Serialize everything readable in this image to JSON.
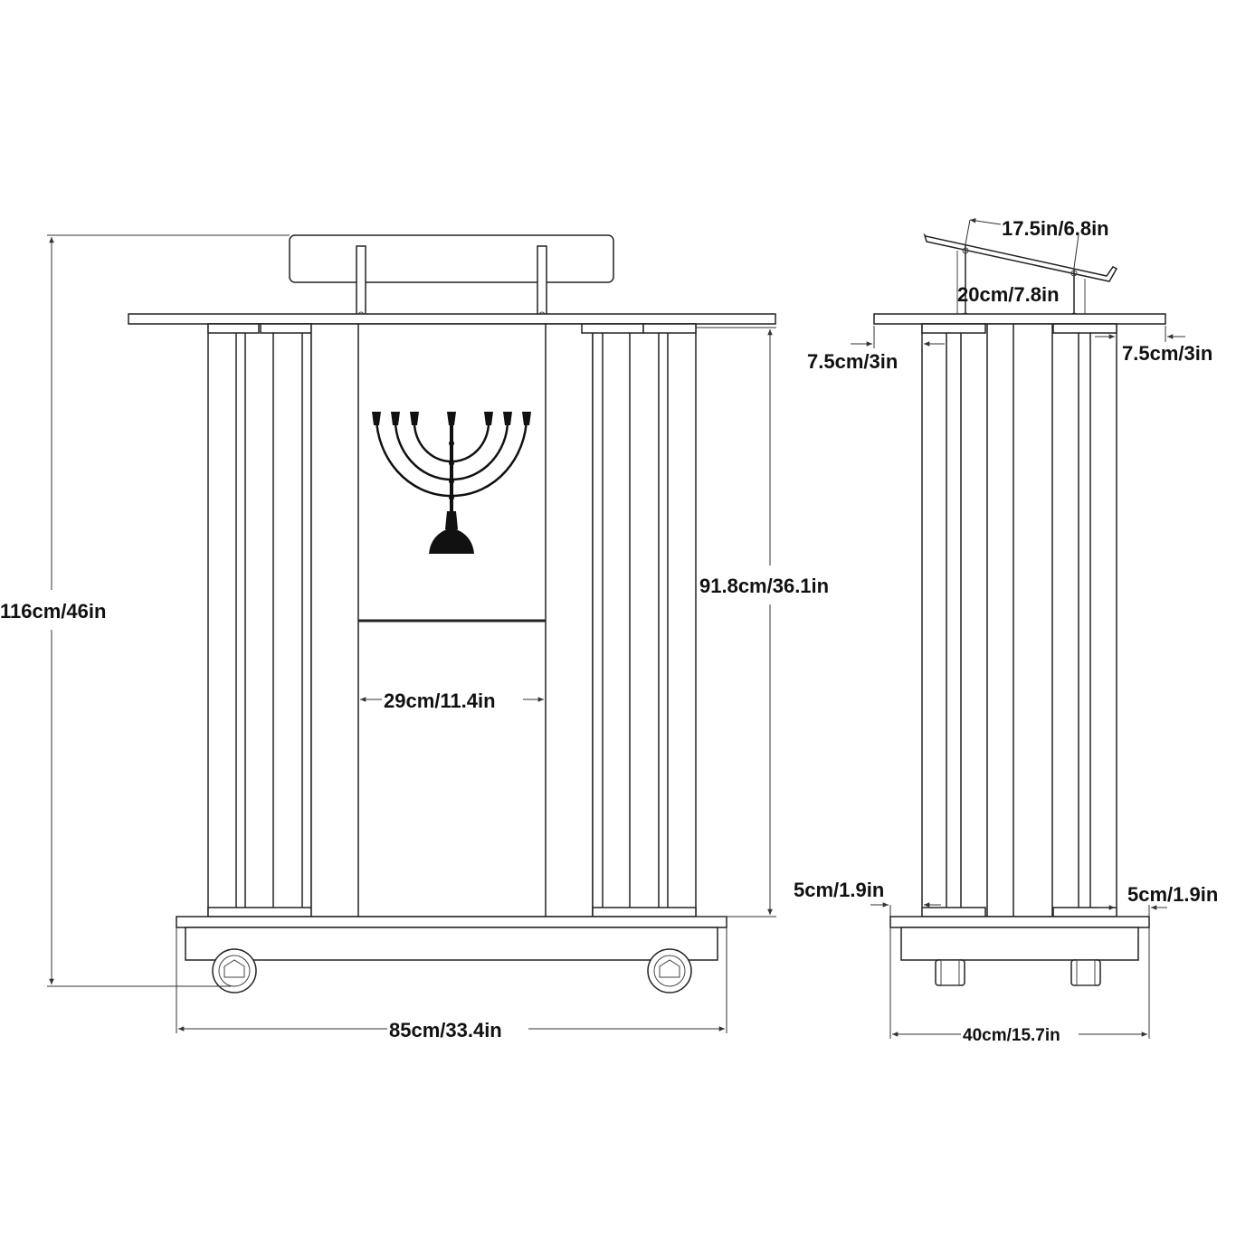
{
  "front_view": {
    "height_total": "116cm/46in",
    "height_body": "91.8cm/36.1in",
    "panel_width": "29cm/11.4in",
    "base_width": "85cm/33.4in"
  },
  "side_view": {
    "shelf_width": "17.5in/6.8in",
    "shelf_height": "20cm/7.8in",
    "overhang_left": "7.5cm/3in",
    "overhang_right": "7.5cm/3in",
    "base_step_left": "5cm/1.9in",
    "base_step_right": "5cm/1.9in",
    "base_depth": "40cm/15.7in"
  },
  "colors": {
    "line": "#222222",
    "menorah": "#111111",
    "background": "#ffffff"
  },
  "icons": {
    "emblem": "menorah-icon"
  }
}
